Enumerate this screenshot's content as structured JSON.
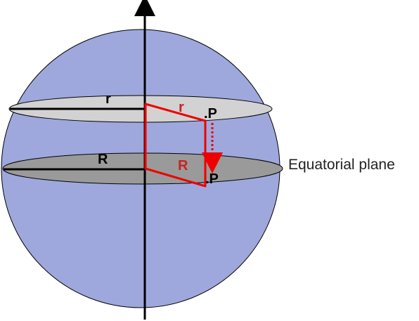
{
  "labels": {
    "small_radius": "r",
    "small_radius_red": "r",
    "big_radius": "R",
    "big_radius_red": "R",
    "point_upper": ".P",
    "point_lower": ".P",
    "equatorial_plane": "Equatorial plane"
  },
  "colors": {
    "sphere_fill": "#9fa8dc",
    "upper_plane_fill": "#d2d2d2",
    "equatorial_plane_fill": "#9a9a9a",
    "accent_red": "#ee0000",
    "label_red": "#cc2222",
    "axis": "#000000"
  }
}
